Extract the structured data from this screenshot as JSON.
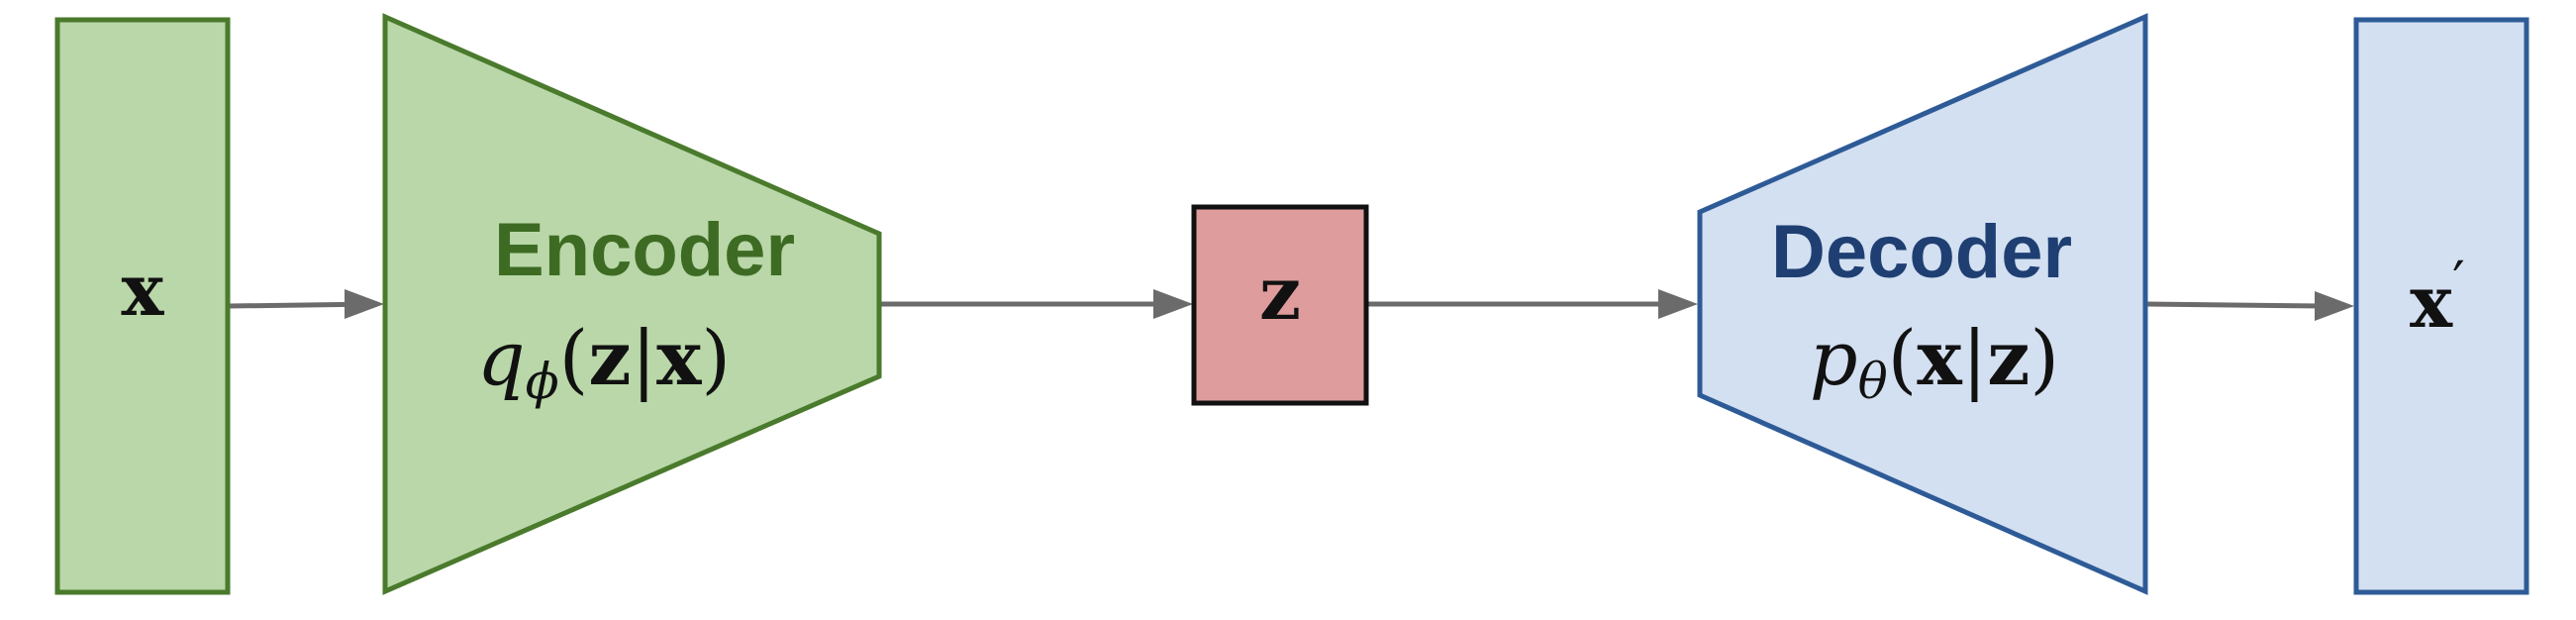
{
  "colors": {
    "green_fill": "#b9d7a8",
    "green_stroke": "#4a7a2c",
    "green_text": "#3e6b23",
    "blue_fill": "#d3e0f1",
    "blue_stroke": "#2e5b97",
    "blue_text": "#1f3f73",
    "red_fill": "#df9c9c",
    "red_stroke": "#111111",
    "arrow": "#6b6b6b",
    "math_text": "#111111"
  },
  "input": {
    "symbol": "x"
  },
  "encoder": {
    "label": "Encoder",
    "formula": {
      "func": "q",
      "subscript": "ϕ",
      "open": "(",
      "var1": "z",
      "bar": "|",
      "var2": "x",
      "close": ")"
    }
  },
  "latent": {
    "symbol": "z"
  },
  "decoder": {
    "label": "Decoder",
    "formula": {
      "func": "p",
      "subscript": "θ",
      "open": "(",
      "var1": "x",
      "bar": "|",
      "var2": "z",
      "close": ")"
    }
  },
  "output": {
    "symbol": "x",
    "prime": "′"
  },
  "arrows": [
    {
      "from": "input",
      "to": "encoder"
    },
    {
      "from": "encoder",
      "to": "latent"
    },
    {
      "from": "latent",
      "to": "decoder"
    },
    {
      "from": "decoder",
      "to": "output"
    }
  ]
}
